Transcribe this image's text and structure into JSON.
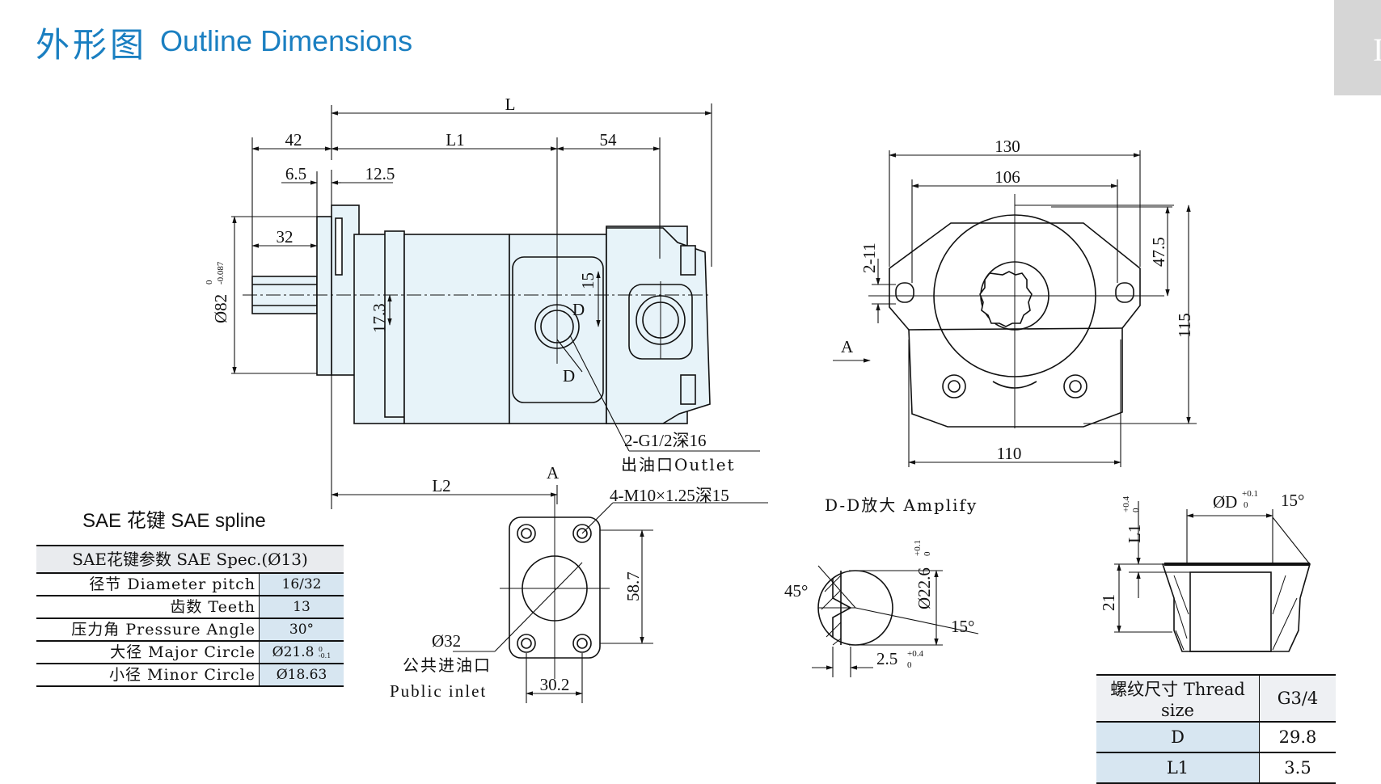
{
  "header": {
    "title_cn": "外形图",
    "title_en": "Outline Dimensions",
    "corner_glyph": "I"
  },
  "dims": {
    "L": "L",
    "L1": "L1",
    "L2": "L2",
    "d42": "42",
    "d54": "54",
    "d6_5": "6.5",
    "d12_5": "12.5",
    "d32": "32",
    "shaft_dia": "Ø82",
    "shaft_tol_upper": "0",
    "shaft_tol_lower": "-0.087",
    "d17_3": "17.3",
    "d15": "15",
    "D": "D",
    "d130": "130",
    "d106": "106",
    "d110": "110",
    "d115": "115",
    "d47_5": "47.5",
    "d2_11": "2-11",
    "A": "A",
    "d58_7": "58.7",
    "d30_2": "30.2",
    "d_o32": "Ø32"
  },
  "labels": {
    "outlet_thread": "2-G1/2深16",
    "outlet": "出油口Outlet",
    "flange_bolts": "4-M10×1.25深15",
    "public_inlet_cn": "公共进油口",
    "public_inlet_en": "Public inlet",
    "dd_amplify": "D-D放大 Amplify"
  },
  "dd": {
    "angle45": "45°",
    "angle15": "15°",
    "d22_6": "Ø22.6",
    "d22_6_tol_up": "+0.1",
    "d22_6_tol_lo": "0",
    "d2_5": "2.5",
    "d2_5_tol_up": "+0.4",
    "d2_5_tol_lo": "0"
  },
  "port": {
    "oD": "ØD",
    "oD_tol_up": "+0.1",
    "oD_tol_lo": "0",
    "angle15": "15°",
    "L1": "L1",
    "L1_tol_up": "+0.4",
    "L1_tol_lo": "0",
    "d21": "21"
  },
  "spline": {
    "title": "SAE 花键  SAE spline",
    "header": "SAE花键参数 SAE Spec.(Ø13)",
    "rows": [
      {
        "label": "径节 Diameter pitch",
        "value": "16/32"
      },
      {
        "label": "齿数 Teeth",
        "value": "13"
      },
      {
        "label": "压力角 Pressure Angle",
        "value": "30°"
      },
      {
        "label": "大径 Major Circle",
        "value": "Ø21.8"
      },
      {
        "label": "小径 Minor Circle",
        "value": "Ø18.63"
      }
    ],
    "major_tol_up": "0",
    "major_tol_lo": "-0.1"
  },
  "thread": {
    "header_label": "螺纹尺寸 Thread size",
    "header_value": "G3/4",
    "rows": [
      {
        "label": "D",
        "value": "29.8"
      },
      {
        "label": "L1",
        "value": "3.5"
      }
    ]
  }
}
